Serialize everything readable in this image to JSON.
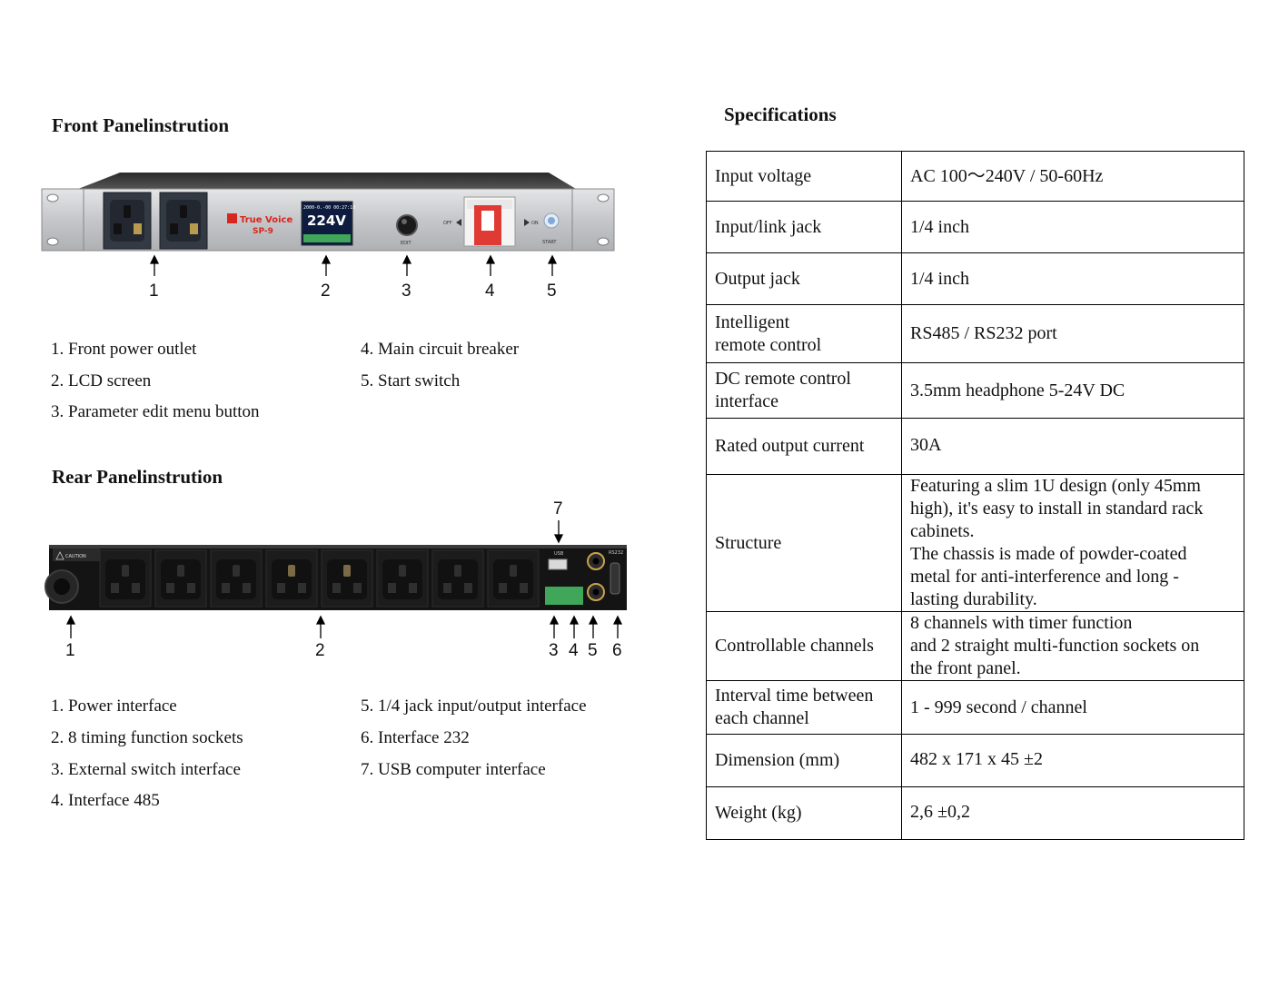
{
  "front": {
    "title": "Front Panelinstrution",
    "brand": "True Voice",
    "model": "SP-9",
    "lcd_line1": "2000-0.-00 00:27:10",
    "lcd_voltage": "224V",
    "edit_label": "EDIT",
    "off_label": "OFF",
    "on_label": "ON",
    "start_label": "START",
    "callouts": [
      "1",
      "2",
      "3",
      "4",
      "5"
    ],
    "items_left": [
      "1. Front power outlet",
      "2. LCD screen",
      "3. Parameter edit menu button"
    ],
    "items_right": [
      "4. Main circuit breaker",
      "5. Start switch"
    ]
  },
  "rear": {
    "title": "Rear Panelinstrution",
    "caution_label": "CAUTION",
    "usb_label": "USB",
    "rs232_label": "RS232",
    "callouts": [
      "1",
      "2",
      "3",
      "4",
      "5",
      "6",
      "7"
    ],
    "items_left": [
      "1. Power interface",
      "2. 8 timing function sockets",
      "3. External switch interface",
      "4. Interface 485"
    ],
    "items_right": [
      "5. 1/4 jack input/output interface",
      "6. Interface 232",
      "7. USB computer interface"
    ]
  },
  "specs": {
    "title": "Specifications",
    "rows": [
      {
        "label": [
          "Input voltage"
        ],
        "value": [
          "AC 100～240V / 50-60Hz"
        ]
      },
      {
        "label": [
          "Input/link jack"
        ],
        "value": [
          "1/4 inch"
        ]
      },
      {
        "label": [
          "Output jack"
        ],
        "value": [
          "1/4 inch"
        ]
      },
      {
        "label": [
          "Intelligent",
          "remote control"
        ],
        "value": [
          "RS485 / RS232 port"
        ]
      },
      {
        "label": [
          "DC remote control",
          "interface"
        ],
        "value": [
          "3.5mm headphone 5-24V DC"
        ]
      },
      {
        "label": [
          "Rated output current"
        ],
        "value": [
          "30A"
        ]
      },
      {
        "label": [
          "Structure"
        ],
        "value": [
          "Featuring a slim 1U design (only 45mm",
          "high), it's easy to install in standard rack",
          "cabinets.",
          "The chassis is made of powder-coated",
          "metal for anti-interference and long -",
          "lasting durability."
        ]
      },
      {
        "label": [
          "Controllable channels"
        ],
        "value": [
          "8 channels with timer function",
          "and 2 straight multi-function sockets on",
          "the front panel."
        ]
      },
      {
        "label": [
          "Interval time between",
          "each channel"
        ],
        "value": [
          "1 - 999 second / channel"
        ]
      },
      {
        "label": [
          "Dimension (mm)"
        ],
        "value": [
          "482 x 171 x 45 ±2"
        ]
      },
      {
        "label": [
          "Weight (kg)"
        ],
        "value": [
          "2,6 ±0,2"
        ]
      }
    ]
  },
  "colors": {
    "panel_silver": "#c9cacc",
    "panel_black": "#141414",
    "lcd_blue": "#1a3f8a",
    "breaker_red": "#e03a35",
    "brand_red": "#d7261e",
    "terminal_green": "#3fa65a"
  }
}
